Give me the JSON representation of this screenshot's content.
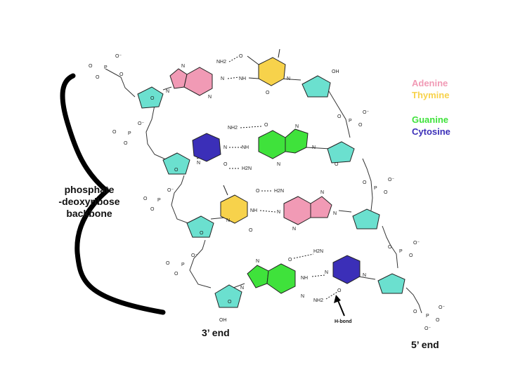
{
  "legend": {
    "adenine": {
      "label": "Adenine",
      "color": "#f19ab5"
    },
    "thymine": {
      "label": "Thymine",
      "color": "#f7d24b"
    },
    "guanine": {
      "label": "Guanine",
      "color": "#3fe23b"
    },
    "cytosine": {
      "label": "Cytosine",
      "color": "#3b2fb8"
    }
  },
  "sugar_color": "#6be0cf",
  "backbone_label": [
    "phosphate",
    "-deoxyribose",
    "backbone"
  ],
  "end_labels": {
    "three_prime": "3’ end",
    "five_prime": "5’ end"
  },
  "annotation": "H-bond",
  "base_pairs": [
    {
      "left": "Adenine",
      "right": "Thymine"
    },
    {
      "left": "Cytosine",
      "right": "Guanine"
    },
    {
      "left": "Thymine",
      "right": "Adenine"
    },
    {
      "left": "Guanine",
      "right": "Cytosine"
    }
  ],
  "atoms": {
    "nh2": "NH2",
    "h2n": "H2N",
    "nh": "NH",
    "o": "O",
    "oh": "OH",
    "p": "P",
    "o_minus": "O⁻",
    "n": "N"
  }
}
